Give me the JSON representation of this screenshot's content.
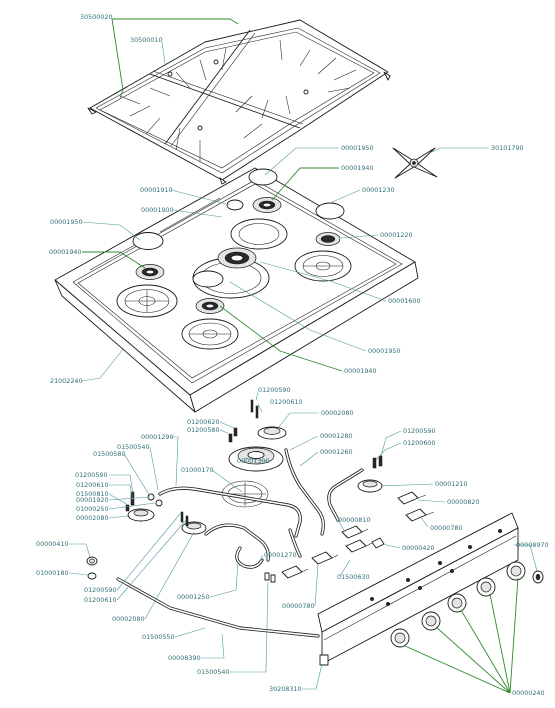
{
  "labels": {
    "l30500020": "30500020",
    "l30500010": "30500010",
    "l30101790": "30101790",
    "l00001950a": "00001950",
    "l00001940a": "00001940",
    "l00001910": "00001910",
    "l00001230": "00001230",
    "l00001900": "00001900",
    "l00001950b": "00001950",
    "l00001220": "00001220",
    "l00001940b": "00001940",
    "l00001600": "00001600",
    "l00001950c": "00001950",
    "l00001940c": "00001940",
    "l21002240": "21002240",
    "l01200590a": "01200590",
    "l01200610a": "01200610",
    "l01200620": "01200620",
    "l01200580": "01200580",
    "l00002080a": "00002080",
    "l00001290": "00001290",
    "l01500540a": "01500540",
    "l01500580": "01500580",
    "l00001300": "00001300",
    "l01000170": "01000170",
    "l00001280": "00001280",
    "l00001260": "00001260",
    "l01200590b": "01200590",
    "l01200600": "01200600",
    "l01200590c": "01200590",
    "l01200610b": "01200610",
    "l01500810": "01500810",
    "l00001920": "00001920",
    "l01000250": "01000250",
    "l00002080b": "00002080",
    "l00001210": "00001210",
    "l00000820": "00000820",
    "l00000810": "00000810",
    "l00000780a": "00000780",
    "l00000420": "00000420",
    "l00000410": "00000410",
    "l01000180": "01000180",
    "l00001270": "00001270",
    "l00008970": "00008970",
    "l01200590d": "01200590",
    "l01200610c": "01200610",
    "l00001250": "00001250",
    "l01500630": "01500630",
    "l00002080c": "00002080",
    "l00000780b": "00000780",
    "l01500550": "01500550",
    "l00008390": "00008390",
    "l01500540b": "01500540",
    "l30208310": "30208310",
    "l00000240": "00000240"
  },
  "colors": {
    "label_text": "#2f6f73",
    "leader": "#4c9a9e",
    "leader_highlight": "#2e8b2e",
    "line_art": "#1a1a1a"
  }
}
